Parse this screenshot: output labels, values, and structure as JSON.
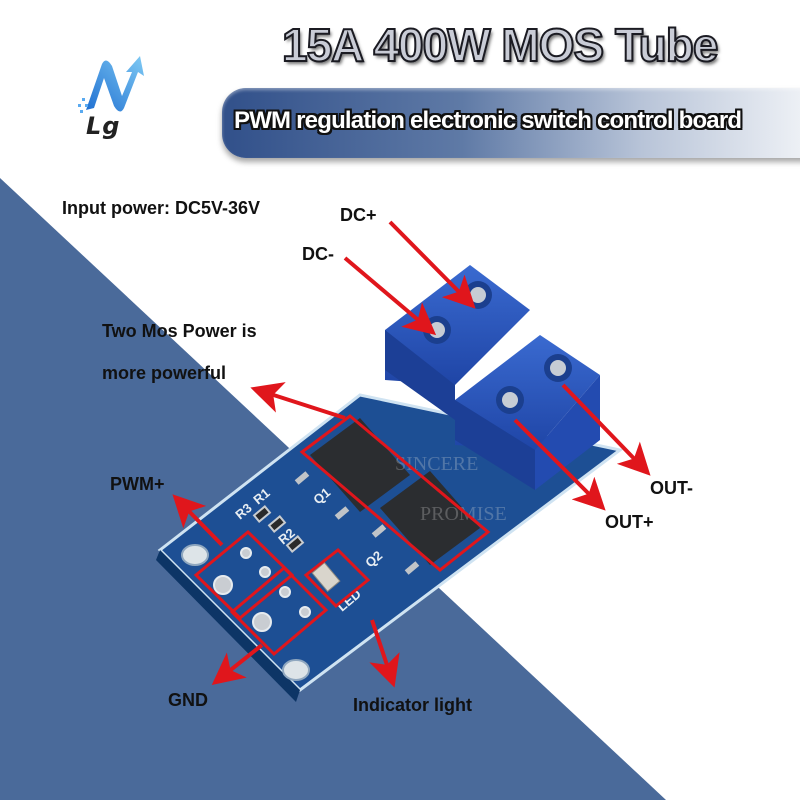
{
  "brand": {
    "logo_text": "Lg",
    "logo_icon": "n-arrow-logo-icon"
  },
  "header": {
    "title": "15A 400W MOS Tube",
    "subtitle": "PWM regulation electronic switch control board"
  },
  "specs": {
    "input_power": "Input power: DC5V-36V"
  },
  "labels": {
    "dc_plus": "DC+",
    "dc_minus": "DC-",
    "mos_line1": "Two Mos Power is",
    "mos_line2": "more powerful",
    "pwm_plus": "PWM+",
    "gnd": "GND",
    "indicator": "Indicator light",
    "out_plus": "OUT+",
    "out_minus": "OUT-"
  },
  "board_silkscreen": {
    "q1": "Q1",
    "q2": "Q2",
    "r1": "R1",
    "r2": "R2",
    "r3": "R3",
    "led": "LED"
  },
  "watermark": {
    "line1": "SINCERE",
    "line2": "PROMISE"
  },
  "colors": {
    "background_blue": "#4a6a9a",
    "pcb_blue": "#1d4f94",
    "terminal_blue": "#2753b8",
    "arrow_red": "#e0161c",
    "text": "#111111"
  }
}
